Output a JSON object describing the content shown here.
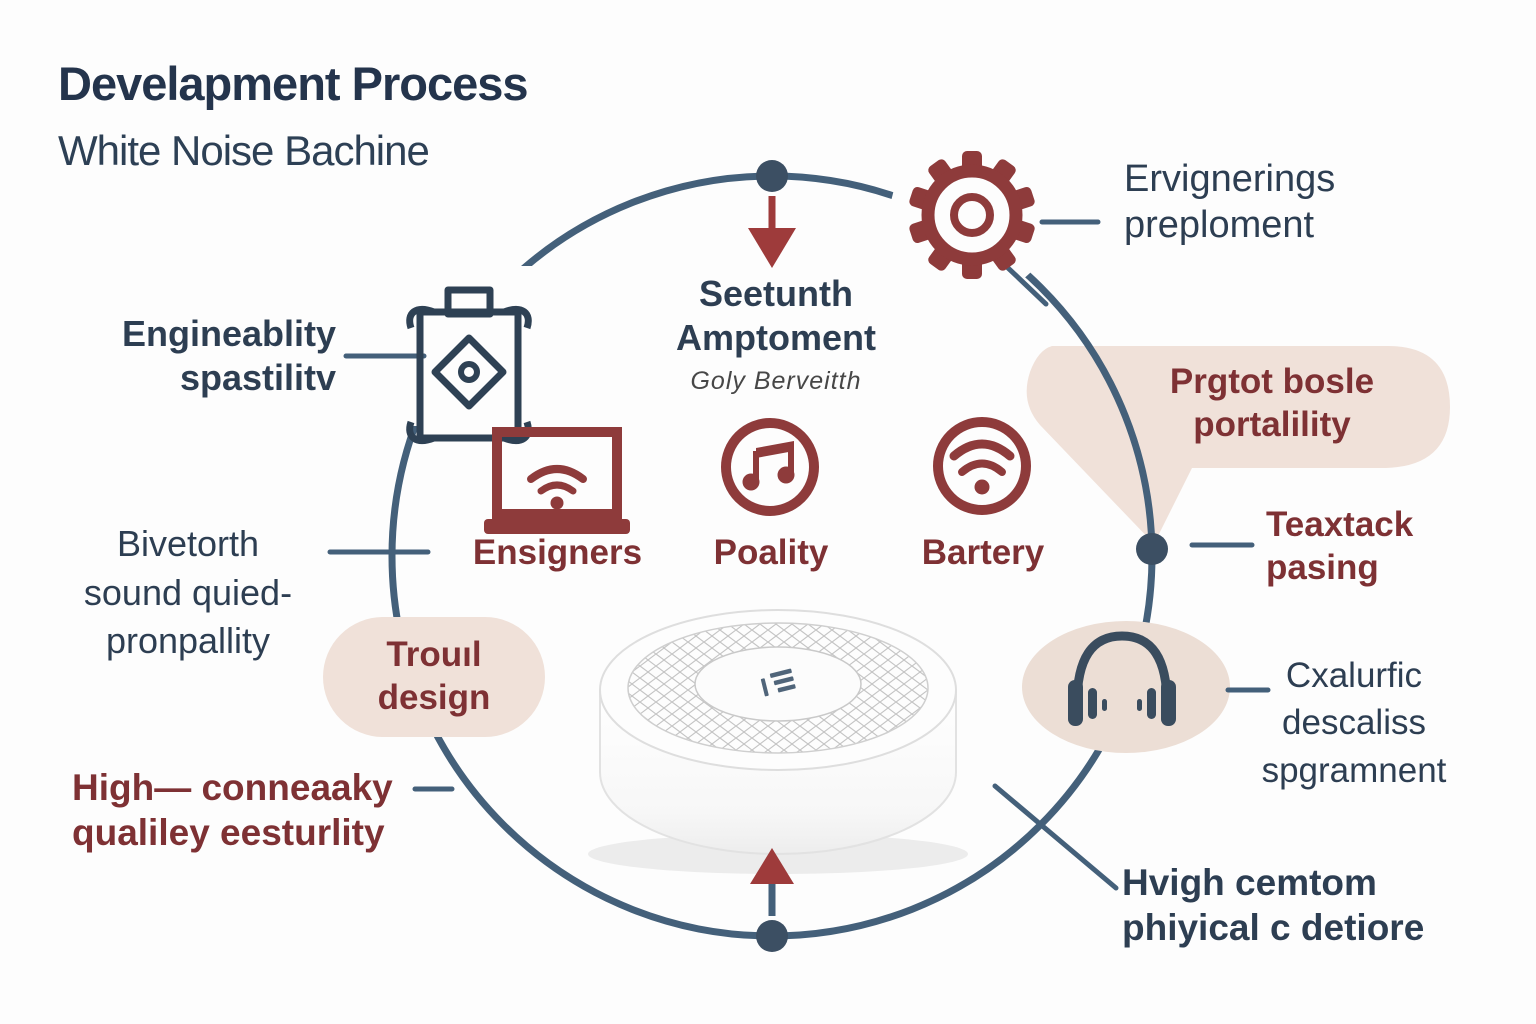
{
  "header": {
    "title": "Develapment Process",
    "subtitle": "White Noise Bachine"
  },
  "callouts": {
    "seetunth": {
      "lines": [
        "Seetunth",
        "Amptoment"
      ],
      "sub": "Goly Berveitth"
    },
    "ervignerings": {
      "lines": [
        "Ervignerings",
        "preploment"
      ]
    },
    "engineablity": {
      "lines": [
        "Engineablity",
        "spastilitv"
      ]
    },
    "prgtot": {
      "lines": [
        "Prgtot bosle",
        "portalility"
      ]
    },
    "teaxtack": {
      "lines": [
        "Teaxtack",
        "pasing"
      ]
    },
    "bivetorth": {
      "lines": [
        "Bivetorth",
        "sound quied-",
        "pronpallity"
      ]
    },
    "troul": {
      "lines": [
        "Trouıl",
        "design"
      ]
    },
    "high_conneaaky": {
      "lines": [
        "High— conneaaky",
        "qualiley eesturlity"
      ]
    },
    "cxalurfic": {
      "lines": [
        "Cxalurfic",
        "descaliss",
        "spgramnent"
      ]
    },
    "hvigh": {
      "lines": [
        "Hvigh cemtom",
        "phiyical c detiore"
      ]
    },
    "ensigners": {
      "label": "Ensigners"
    },
    "poality": {
      "label": "Poality"
    },
    "bartery": {
      "label": "Bartery"
    }
  },
  "icons": {
    "gear": "gear-icon",
    "canister": "canister-badge-icon",
    "laptop": "laptop-wifi-icon",
    "music": "music-note-circle-icon",
    "wifi": "wifi-circle-icon",
    "headphones": "headphones-icon",
    "arrow_down": "arrow-down-icon",
    "arrow_up": "arrow-up-icon",
    "product": "white-noise-machine-image"
  },
  "colors": {
    "navy_text": "#2d3e52",
    "title_navy": "#24344c",
    "circle_slate": "#44607a",
    "node_dot": "#3c4f63",
    "maroon_icon": "#8e3b3b",
    "maroon_text": "#7e3134",
    "arrow_red": "#9e3b3b",
    "blob_pink": "#f0e1d9",
    "background": "#fdfdfd"
  }
}
